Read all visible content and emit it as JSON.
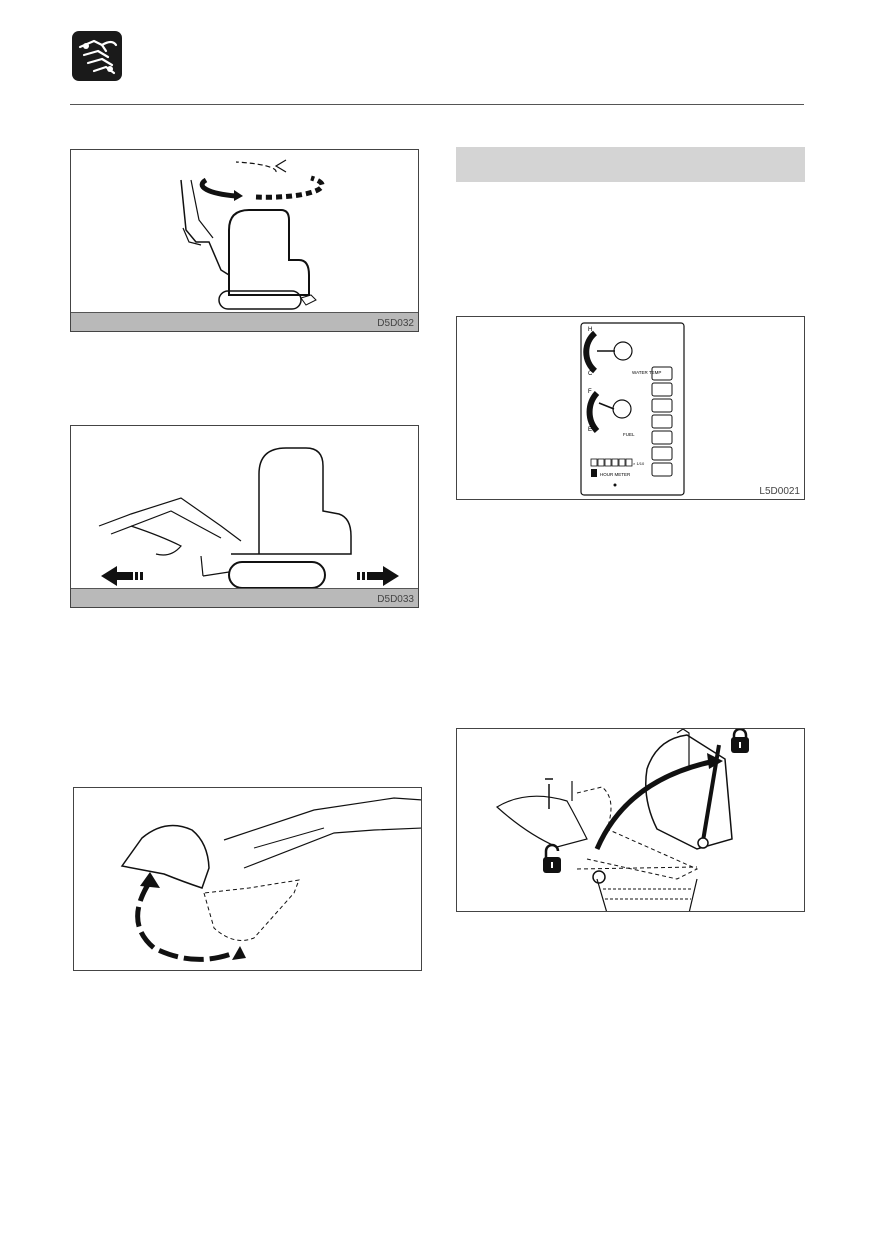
{
  "header": {
    "icon": "hand-wrench-maintenance-icon",
    "rule_color": "#555555"
  },
  "figures": {
    "swing": {
      "code": "D5D032"
    },
    "travel": {
      "code": "D5D033"
    },
    "bucket": {
      "code": ""
    },
    "panel": {
      "code": "L5D0021",
      "water_temp_label": "WATER TEMP",
      "fuel_label": "FUEL",
      "hour_meter_label": "HOUR METER",
      "hour_unit": "× 1/10",
      "gauge_h": "H",
      "gauge_c": "C",
      "gauge_f": "F",
      "gauge_e": "E"
    },
    "lever": {
      "code": ""
    }
  },
  "section_band": {
    "text": "",
    "color": "#d4d4d4"
  }
}
